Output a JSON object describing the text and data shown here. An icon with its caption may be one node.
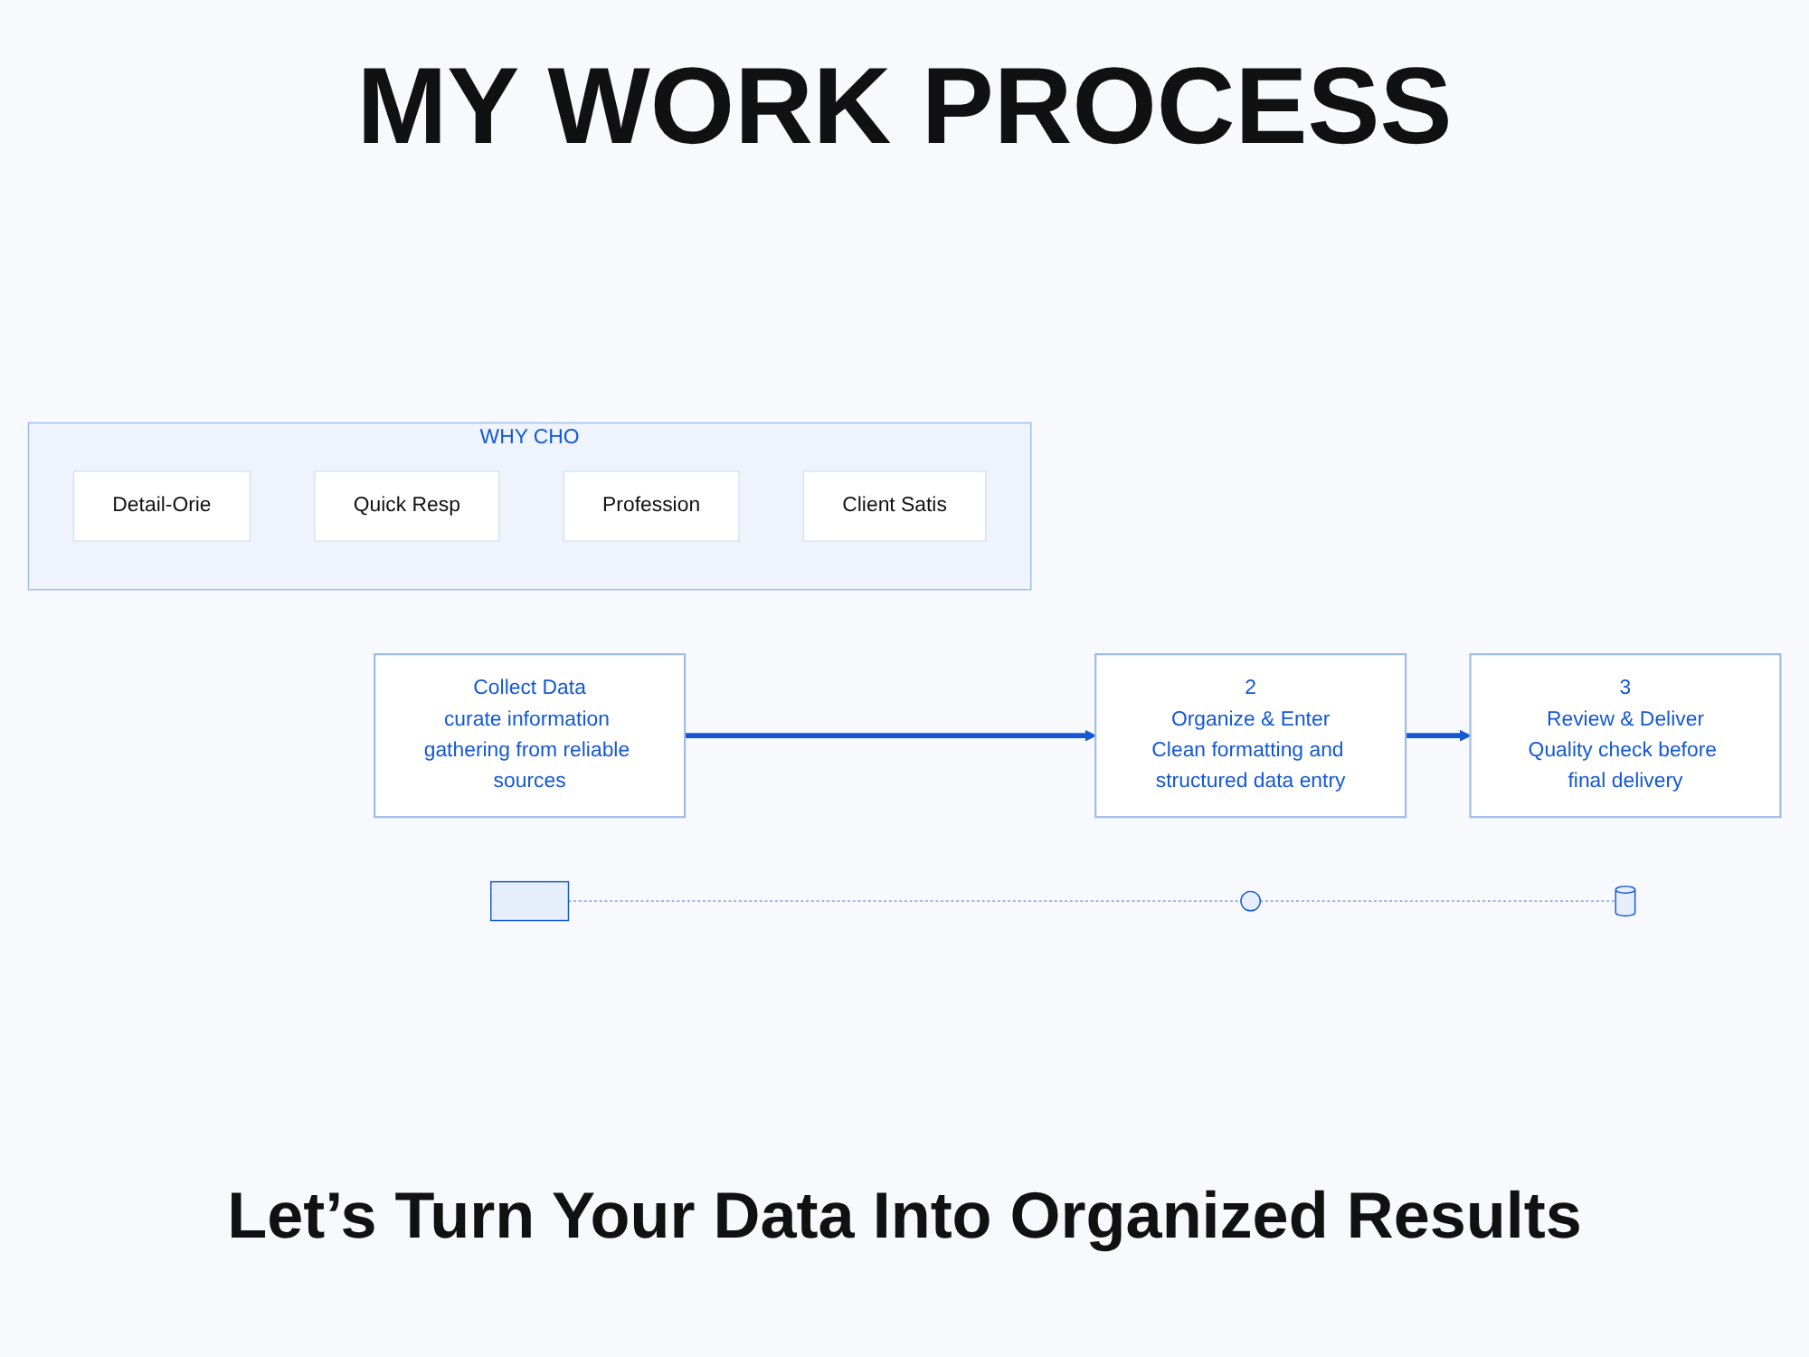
{
  "diagram": {
    "title": "MY WORK PROCESS",
    "caption": "Let’s Turn Your Data Into Organized Results",
    "nodes": [
      {
        "text": [
          "Collect Data",
          "curate information gathering from reliable sources"
        ]
      },
      {
        "text": [
          "2",
          "Organize & Enter",
          "Clean formatting and structured data entry"
        ]
      },
      {
        "text": [
          "3",
          "Review & Deliver",
          "Quality check before final delivery"
        ]
      },
      {
        "text": [
          "WHY CHO"
        ]
      },
      {
        "text": [
          "Detail-Orie"
        ],
        "in": 3
      },
      {
        "text": [
          "Quick Resp"
        ],
        "in": 3
      },
      {
        "text": [
          "Profession"
        ],
        "in": 3
      },
      {
        "text": [
          "Client Satis"
        ],
        "in": 3
      },
      {
        "text": [],
        "shape": "picture"
      },
      {
        "text": [],
        "shape": "circle"
      },
      {
        "text": [],
        "shape": "cylinder"
      }
    ],
    "edges": [
      {
        "from": 0,
        "to": 1,
        "arrow": "to",
        "style": "thick",
        "color": "#1558d6"
      },
      {
        "from": 1,
        "to": 2,
        "arrow": "to",
        "style": "thick",
        "color": "#1558d6"
      },
      {
        "from": 8,
        "to": 9,
        "arrow": "none",
        "style": "dashed",
        "color": "#7fa0dc"
      },
      {
        "from": 9,
        "to": 10,
        "arrow": "none",
        "style": "dashed",
        "color": "#7fa0dc"
      }
    ]
  }
}
